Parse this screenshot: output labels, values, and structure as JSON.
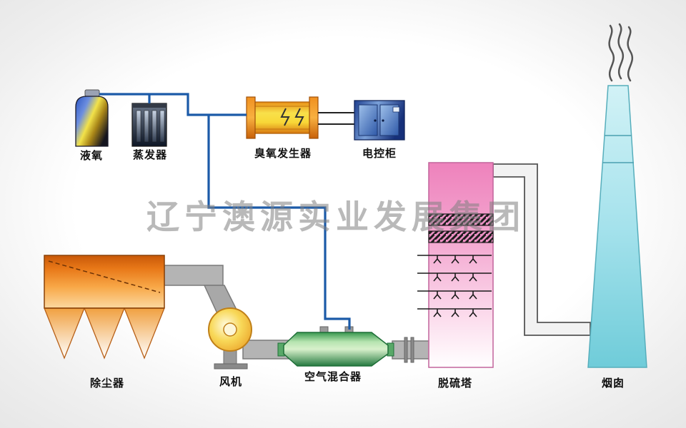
{
  "watermark": {
    "text": "辽宁澳源实业发展集团"
  },
  "labels": {
    "liquid_oxygen": "液氧",
    "evaporator": "蒸发器",
    "ozone_generator": "臭氧发生器",
    "control_cabinet": "电控柜",
    "dust_collector": "除尘器",
    "fan": "风机",
    "air_mixer": "空气混合器",
    "desulfurization_tower": "脱硫塔",
    "chimney": "烟囱"
  },
  "colors": {
    "pipe_blue": "#1b5aa8",
    "duct_gray": "#b4b4b4",
    "tower_pink": "#ee82bc",
    "chimney_cyan": "#8fdce8",
    "mixer_green": "#4aa85c",
    "dust_orange": "#ee7f20",
    "cabinet_blue": "#3a64b4",
    "background": "#e8e8e8",
    "watermark_gray": "#9a9a9a"
  }
}
